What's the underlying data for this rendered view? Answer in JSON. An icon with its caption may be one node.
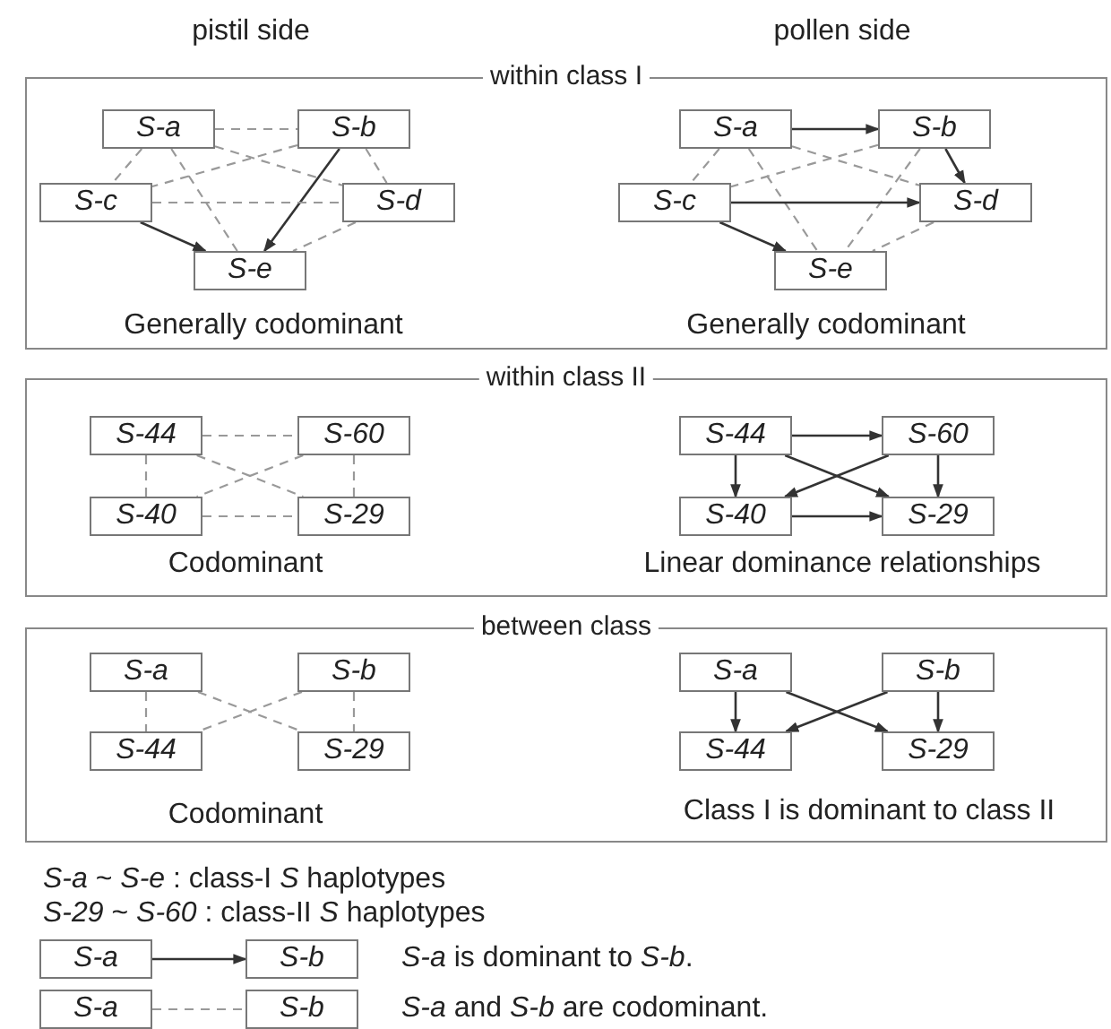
{
  "diagram": {
    "nodes": [
      {
        "text": [
          "within class I"
        ]
      },
      {
        "text": [
          "S-a"
        ],
        "in": 0
      },
      {
        "text": [
          "S-b"
        ],
        "in": 0
      },
      {
        "text": [
          "S-c"
        ],
        "in": 0
      },
      {
        "text": [
          "S-d"
        ],
        "in": 0
      },
      {
        "text": [
          "S-e"
        ],
        "in": 0
      },
      {
        "text": [
          "S-a"
        ],
        "in": 0
      },
      {
        "text": [
          "S-b"
        ],
        "in": 0
      },
      {
        "text": [
          "S-c"
        ],
        "in": 0
      },
      {
        "text": [
          "S-d"
        ],
        "in": 0
      },
      {
        "text": [
          "S-e"
        ],
        "in": 0
      },
      {
        "text": [
          "within class II"
        ]
      },
      {
        "text": [
          "S-44"
        ],
        "in": 11
      },
      {
        "text": [
          "S-60"
        ],
        "in": 11
      },
      {
        "text": [
          "S-40"
        ],
        "in": 11
      },
      {
        "text": [
          "S-29"
        ],
        "in": 11
      },
      {
        "text": [
          "S-44"
        ],
        "in": 11
      },
      {
        "text": [
          "S-60"
        ],
        "in": 11
      },
      {
        "text": [
          "S-40"
        ],
        "in": 11
      },
      {
        "text": [
          "S-29"
        ],
        "in": 11
      },
      {
        "text": [
          "between class"
        ]
      },
      {
        "text": [
          "S-a"
        ],
        "in": 20
      },
      {
        "text": [
          "S-b"
        ],
        "in": 20
      },
      {
        "text": [
          "S-44"
        ],
        "in": 20
      },
      {
        "text": [
          "S-29"
        ],
        "in": 20
      },
      {
        "text": [
          "S-a"
        ],
        "in": 20
      },
      {
        "text": [
          "S-b"
        ],
        "in": 20
      },
      {
        "text": [
          "S-44"
        ],
        "in": 20
      },
      {
        "text": [
          "S-29"
        ],
        "in": 20
      },
      {
        "text": [
          "S-a"
        ]
      },
      {
        "text": [
          "S-b"
        ]
      },
      {
        "text": [
          "S-a"
        ]
      },
      {
        "text": [
          "S-b"
        ]
      }
    ],
    "edges": [
      {
        "from": 1,
        "to": 2,
        "arrow": "none",
        "style": "dashed"
      },
      {
        "from": 1,
        "to": 3,
        "arrow": "none",
        "style": "dashed"
      },
      {
        "from": 1,
        "to": 4,
        "arrow": "none",
        "style": "dashed"
      },
      {
        "from": 1,
        "to": 5,
        "arrow": "none",
        "style": "dashed"
      },
      {
        "from": 2,
        "to": 3,
        "arrow": "none",
        "style": "dashed"
      },
      {
        "from": 2,
        "to": 4,
        "arrow": "none",
        "style": "dashed"
      },
      {
        "from": 2,
        "to": 5,
        "arrow": "to",
        "color": "#333333"
      },
      {
        "from": 3,
        "to": 4,
        "arrow": "none",
        "style": "dashed"
      },
      {
        "from": 3,
        "to": 5,
        "arrow": "to",
        "color": "#333333"
      },
      {
        "from": 4,
        "to": 5,
        "arrow": "none",
        "style": "dashed"
      },
      {
        "from": 6,
        "to": 7,
        "arrow": "to",
        "color": "#333333"
      },
      {
        "from": 6,
        "to": 8,
        "arrow": "none",
        "style": "dashed"
      },
      {
        "from": 6,
        "to": 9,
        "arrow": "none",
        "style": "dashed"
      },
      {
        "from": 6,
        "to": 10,
        "arrow": "none",
        "style": "dashed"
      },
      {
        "from": 7,
        "to": 8,
        "arrow": "none",
        "style": "dashed"
      },
      {
        "from": 7,
        "to": 9,
        "arrow": "to",
        "color": "#333333"
      },
      {
        "from": 7,
        "to": 10,
        "arrow": "none",
        "style": "dashed"
      },
      {
        "from": 8,
        "to": 9,
        "arrow": "to",
        "color": "#333333"
      },
      {
        "from": 8,
        "to": 10,
        "arrow": "to",
        "color": "#333333"
      },
      {
        "from": 9,
        "to": 10,
        "arrow": "none",
        "style": "dashed"
      },
      {
        "from": 12,
        "to": 13,
        "arrow": "none",
        "style": "dashed"
      },
      {
        "from": 12,
        "to": 14,
        "arrow": "none",
        "style": "dashed"
      },
      {
        "from": 12,
        "to": 15,
        "arrow": "none",
        "style": "dashed"
      },
      {
        "from": 13,
        "to": 14,
        "arrow": "none",
        "style": "dashed"
      },
      {
        "from": 13,
        "to": 15,
        "arrow": "none",
        "style": "dashed"
      },
      {
        "from": 14,
        "to": 15,
        "arrow": "none",
        "style": "dashed"
      },
      {
        "from": 16,
        "to": 17,
        "arrow": "to",
        "color": "#333333"
      },
      {
        "from": 16,
        "to": 18,
        "arrow": "to",
        "color": "#333333"
      },
      {
        "from": 16,
        "to": 19,
        "arrow": "to",
        "color": "#333333"
      },
      {
        "from": 17,
        "to": 18,
        "arrow": "to",
        "color": "#333333"
      },
      {
        "from": 17,
        "to": 19,
        "arrow": "to",
        "color": "#333333"
      },
      {
        "from": 18,
        "to": 19,
        "arrow": "to",
        "color": "#333333"
      },
      {
        "from": 21,
        "to": 23,
        "arrow": "none",
        "style": "dashed"
      },
      {
        "from": 21,
        "to": 24,
        "arrow": "none",
        "style": "dashed"
      },
      {
        "from": 22,
        "to": 23,
        "arrow": "none",
        "style": "dashed"
      },
      {
        "from": 22,
        "to": 24,
        "arrow": "none",
        "style": "dashed"
      },
      {
        "from": 25,
        "to": 27,
        "arrow": "to",
        "color": "#333333"
      },
      {
        "from": 25,
        "to": 28,
        "arrow": "to",
        "color": "#333333"
      },
      {
        "from": 26,
        "to": 27,
        "arrow": "to",
        "color": "#333333"
      },
      {
        "from": 26,
        "to": 28,
        "arrow": "to",
        "color": "#333333"
      },
      {
        "from": 29,
        "to": 30,
        "arrow": "to",
        "color": "#333333"
      },
      {
        "from": 31,
        "to": 32,
        "arrow": "none",
        "style": "dashed"
      }
    ],
    "labels": [
      "pistil side",
      "pollen side",
      "Generally codominant",
      "Generally codominant",
      "Codominant",
      "Linear dominance relationships",
      "Codominant",
      "Class I is dominant to class II",
      "*S-a* ~ *S-e* : class-I *S* haplotypes",
      "*S-29* ~ *S-60* : class-II *S* haplotypes",
      "*S-a* is dominant to *S-b*.",
      "*S-a* and *S-b* are codominant."
    ]
  }
}
